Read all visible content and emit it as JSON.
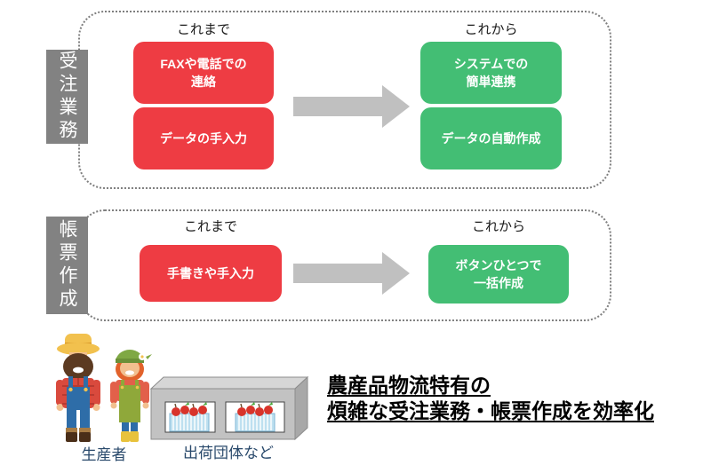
{
  "section_order": {
    "side_label": "受注業務",
    "before": {
      "heading": "これまで",
      "box1": {
        "line1": "FAXや電話での",
        "line2": "連絡"
      },
      "box2": {
        "line1": "データの手入力"
      }
    },
    "after": {
      "heading": "これから",
      "box1": {
        "line1": "システムでの",
        "line2": "簡単連携"
      },
      "box2": {
        "line1": "データの自動作成"
      }
    }
  },
  "section_forms": {
    "side_label": "帳票作成",
    "before": {
      "heading": "これまで",
      "box1": {
        "line1": "手書きや手入力"
      }
    },
    "after": {
      "heading": "これから",
      "box1": {
        "line1": "ボタンひとつで",
        "line2": "一括作成"
      }
    }
  },
  "footer": {
    "producer_label": "生産者",
    "shipper_label": "出荷団体など",
    "headline": {
      "line1": "農産品物流特有の",
      "line2": "煩雑な受注業務・帳票作成を効率化"
    }
  },
  "icons": {
    "arrow": "right-block-arrow",
    "farmers": "farmer-couple-illustration",
    "warehouse": "apple-crate-warehouse-illustration"
  },
  "colors": {
    "before_box_red": "#ee3c43",
    "after_box_green": "#43be74",
    "arrow_gray": "#c0c0c0",
    "side_label_gray": "#828282",
    "outline_dotted_gray": "#7f7f7f",
    "footer_label_navy": "#29496b",
    "headline_black": "#000000"
  }
}
